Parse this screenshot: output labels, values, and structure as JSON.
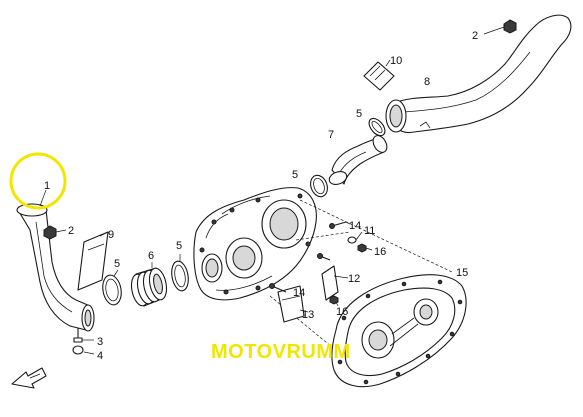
{
  "callouts": {
    "c1": "1",
    "c2a": "2",
    "c2b": "2",
    "c3": "3",
    "c4": "4",
    "c5a": "5",
    "c5b": "5",
    "c5c": "5",
    "c5d": "5",
    "c6": "6",
    "c7": "7",
    "c8": "8",
    "c9": "9",
    "c10": "10",
    "c11": "11",
    "c12": "12",
    "c13": "13",
    "c14a": "14",
    "c14b": "14",
    "c15": "15",
    "c16a": "16",
    "c16b": "16"
  },
  "watermark": "MOTOVRUMM",
  "highlight_color": "#f2e600"
}
